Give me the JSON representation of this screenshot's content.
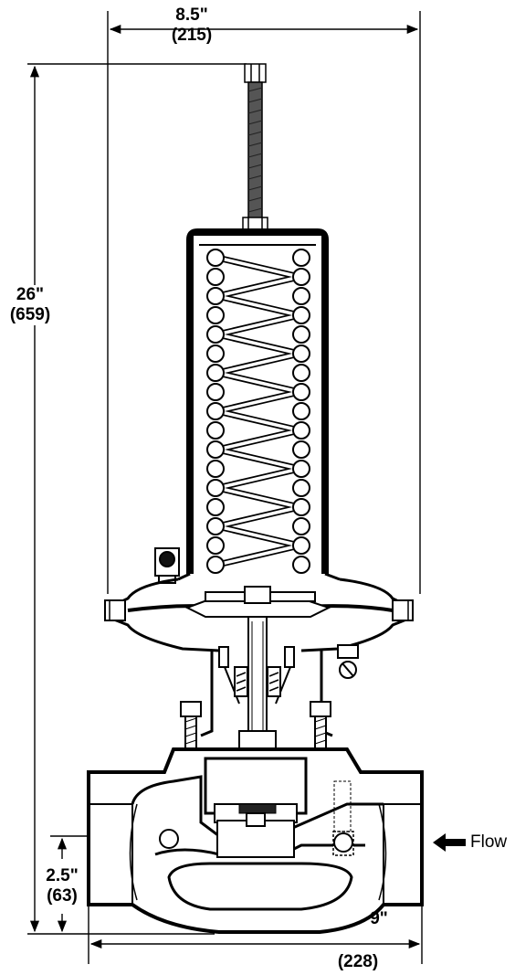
{
  "dimensions": {
    "top_width": {
      "imperial": "8.5\"",
      "metric": "(215)"
    },
    "height": {
      "imperial": "26\"",
      "metric": "(659)"
    },
    "inlet_center": {
      "imperial": "2.5\"",
      "metric": "(63)"
    },
    "face_to_face": {
      "imperial": "9\"",
      "metric": "(228)"
    }
  },
  "flow_label": "Flow",
  "icons": {
    "flow_arrow": "left-arrow-icon"
  }
}
